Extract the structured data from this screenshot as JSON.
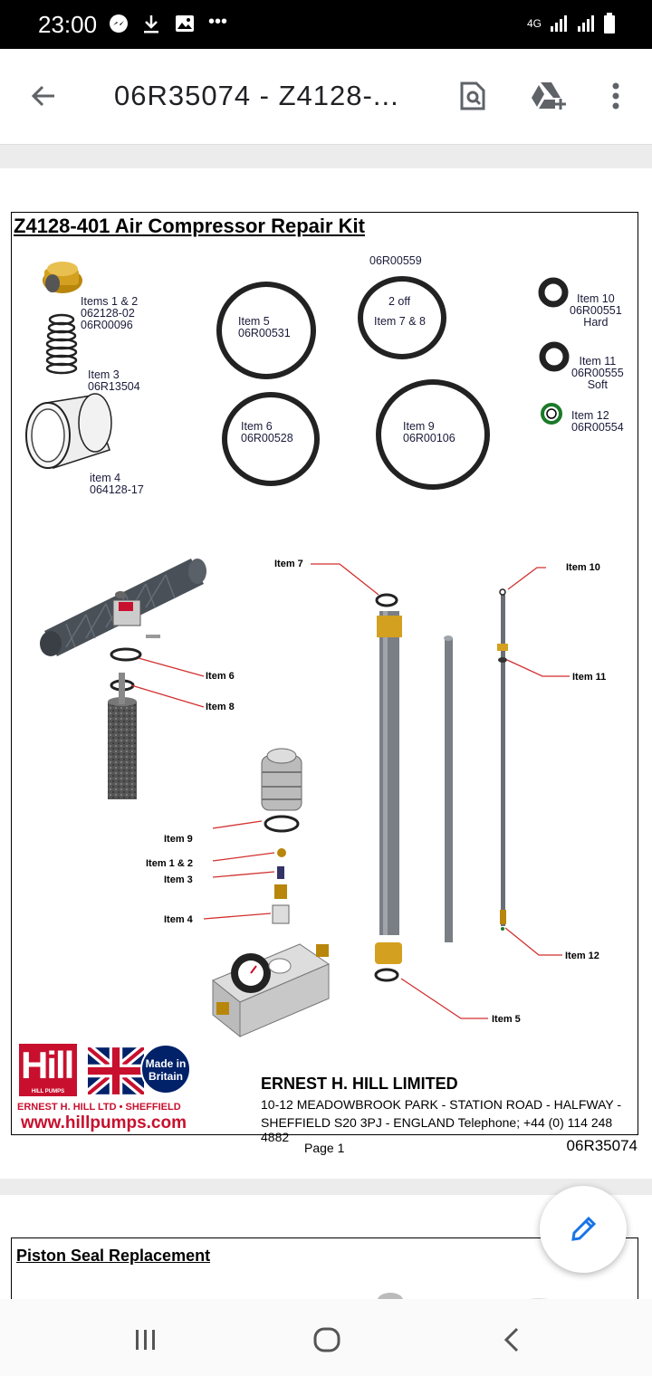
{
  "status_bar": {
    "time": "23:00",
    "network": "4G"
  },
  "app_bar": {
    "title": "06R35074 - Z4128-..."
  },
  "page1": {
    "title": "Z4128-401 Air Compressor Repair Kit",
    "parts": [
      {
        "label": "Items 1 & 2\n062128-02\n06R00096"
      },
      {
        "label": "Item 3\n06R13504"
      },
      {
        "label": "item 4\n064128-17"
      },
      {
        "label": "Item 5\n06R00531"
      },
      {
        "label": "Item 6\n06R00528"
      },
      {
        "label": "06R00559"
      },
      {
        "label": "2 off"
      },
      {
        "label": "Item 7 & 8"
      },
      {
        "label": "Item 9\n06R00106"
      },
      {
        "label": "Item 10\n06R00551\nHard"
      },
      {
        "label": "Item 11\n06R00555\nSoft"
      },
      {
        "label": "Item 12\n06R00554"
      }
    ],
    "callouts": [
      "Item 7",
      "Item 10",
      "Item 6",
      "Item 8",
      "Item 11",
      "Item 9",
      "Item 1 & 2",
      "Item 3",
      "Item 4",
      "Item 12",
      "Item 5"
    ],
    "logo": {
      "made_in": "Made in",
      "britain": "Britain",
      "hill": "Hill",
      "hill_pumps": "HILL PUMPS",
      "tagline": "ERNEST H. HILL LTD • SHEFFIELD",
      "website": "www.hillpumps.com"
    },
    "company": "ERNEST H. HILL LIMITED",
    "address_line1": "10-12 MEADOWBROOK PARK - STATION ROAD - HALFWAY -",
    "address_line2": "SHEFFIELD S20 3PJ - ENGLAND   Telephone; +44 (0) 114 248 4882",
    "page_label": "Page 1",
    "doc_code": "06R35074"
  },
  "page2": {
    "title": "Piston Seal Replacement"
  },
  "colors": {
    "accent": "#1a73e8",
    "hill_red": "#c8102e",
    "uk_blue": "#012169"
  }
}
